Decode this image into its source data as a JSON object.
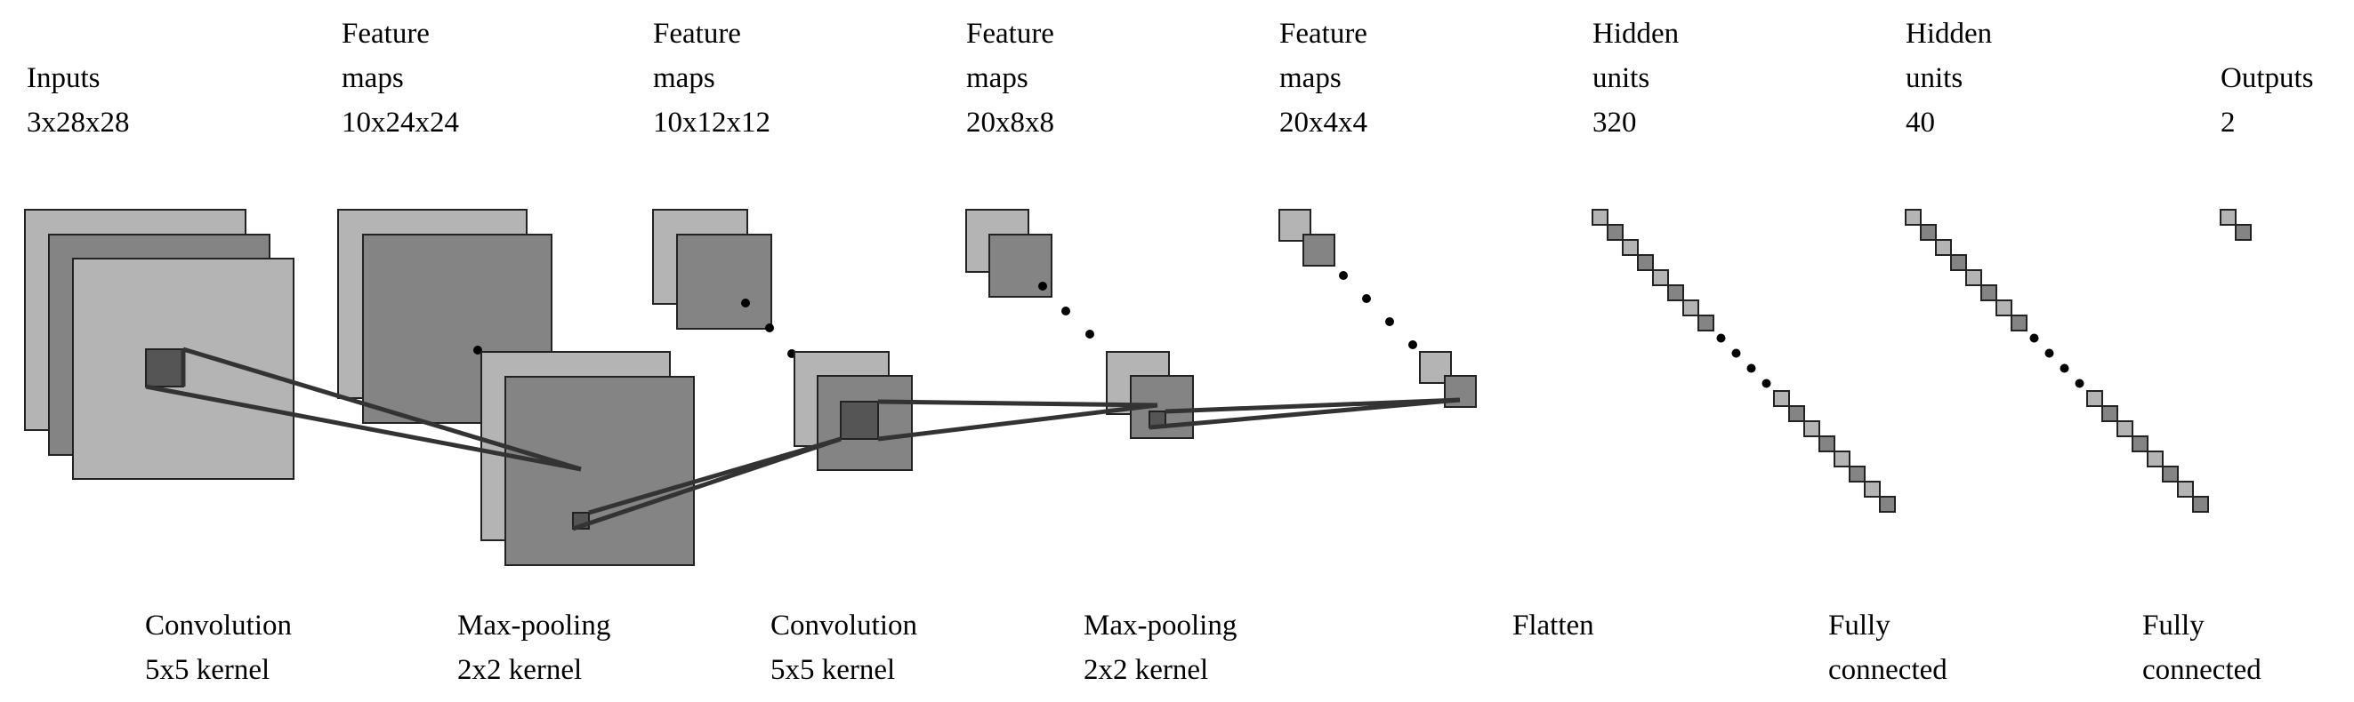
{
  "layers": [
    {
      "title": "Inputs",
      "size": "3x28x28"
    },
    {
      "title": "Feature\nmaps",
      "size": "10x24x24"
    },
    {
      "title": "Feature\nmaps",
      "size": "10x12x12"
    },
    {
      "title": "Feature\nmaps",
      "size": "20x8x8"
    },
    {
      "title": "Feature\nmaps",
      "size": "20x4x4"
    },
    {
      "title": "Hidden\nunits",
      "size": "320"
    },
    {
      "title": "Hidden\nunits",
      "size": "40"
    },
    {
      "title": "Outputs",
      "size": "2"
    }
  ],
  "operations": [
    {
      "line1": "Convolution",
      "line2": "5x5 kernel"
    },
    {
      "line1": "Max-pooling",
      "line2": "2x2 kernel"
    },
    {
      "line1": "Convolution",
      "line2": "5x5 kernel"
    },
    {
      "line1": "Max-pooling",
      "line2": "2x2 kernel"
    },
    {
      "line1": "Flatten",
      "line2": ""
    },
    {
      "line1": "Fully",
      "line2": "connected"
    },
    {
      "line1": "Fully",
      "line2": "connected"
    }
  ],
  "colors": {
    "light": "#b4b4b4",
    "dark": "#848484",
    "kernel": "#555555",
    "stroke": "#222222"
  }
}
